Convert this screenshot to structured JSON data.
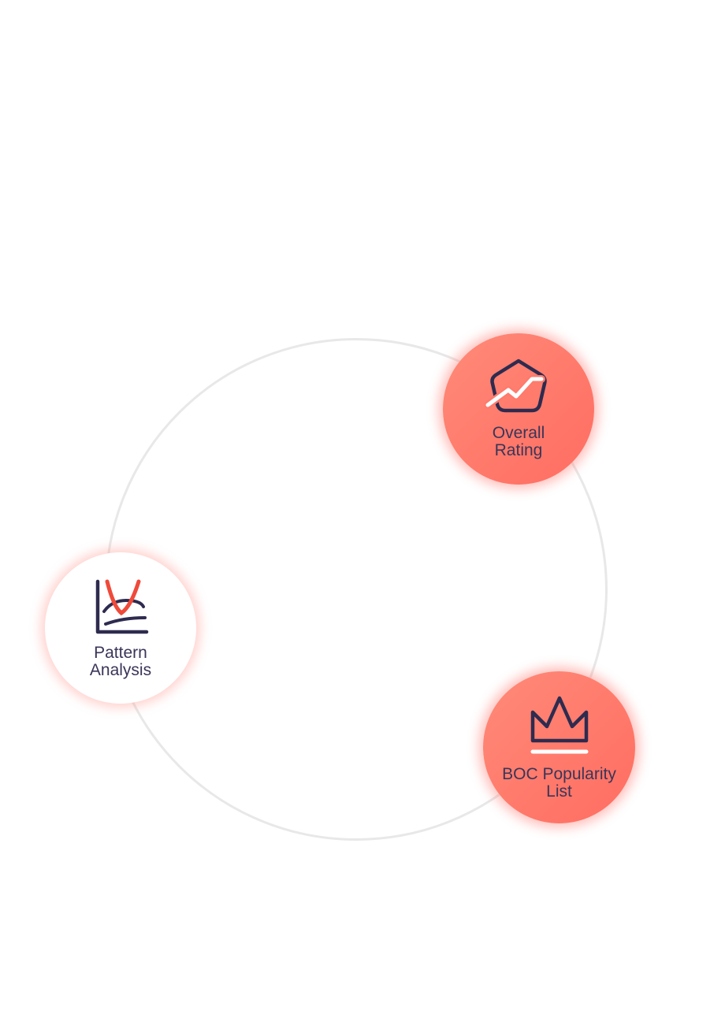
{
  "nodes": {
    "overall_rating": {
      "label_line1": "Overall",
      "label_line2": "Rating",
      "icon": "pentagon-trend-icon",
      "state": "active"
    },
    "pattern_analysis": {
      "label_line1": "Pattern",
      "label_line2": "Analysis",
      "icon": "chart-curves-icon",
      "state": "inactive"
    },
    "boc_popularity": {
      "label_line1": "BOC Popularity",
      "label_line2": "List",
      "icon": "crown-icon",
      "state": "active"
    }
  },
  "colors": {
    "accent": "#ff7a6c",
    "icon_dark": "#2e2b4f",
    "icon_red": "#ef4a3a",
    "ring": "#e8e8e8",
    "label": "#3a3558"
  }
}
